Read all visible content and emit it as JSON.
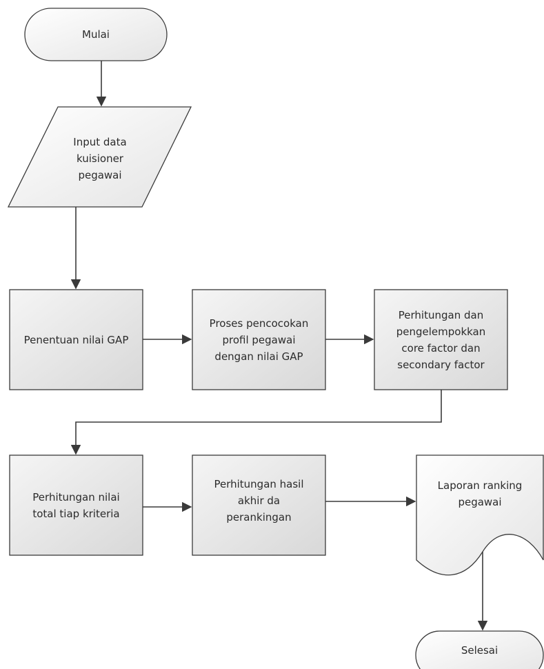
{
  "colors": {
    "stroke": "#3a3a3a",
    "fill_light": "#f7f7f7",
    "fill_mid": "#e9e9e9",
    "fill_dark": "#dcdcdc",
    "text": "#2b2b2b"
  },
  "nodes": {
    "start": "Mulai",
    "input": "Input data\nkuisioner\npegawai",
    "gap": "Penentuan nilai GAP",
    "matching": "Proses pencocokan\nprofil pegawai\ndengan nilai GAP",
    "factor": "Perhitungan dan\npengelempokkan\ncore factor dan\nsecondary factor",
    "total": "Perhitungan nilai\ntotal tiap kriteria",
    "ranking": "Perhitungan hasil\nakhir da\nperankingan",
    "report": "Laporan ranking\npegawai",
    "end": "Selesai"
  }
}
